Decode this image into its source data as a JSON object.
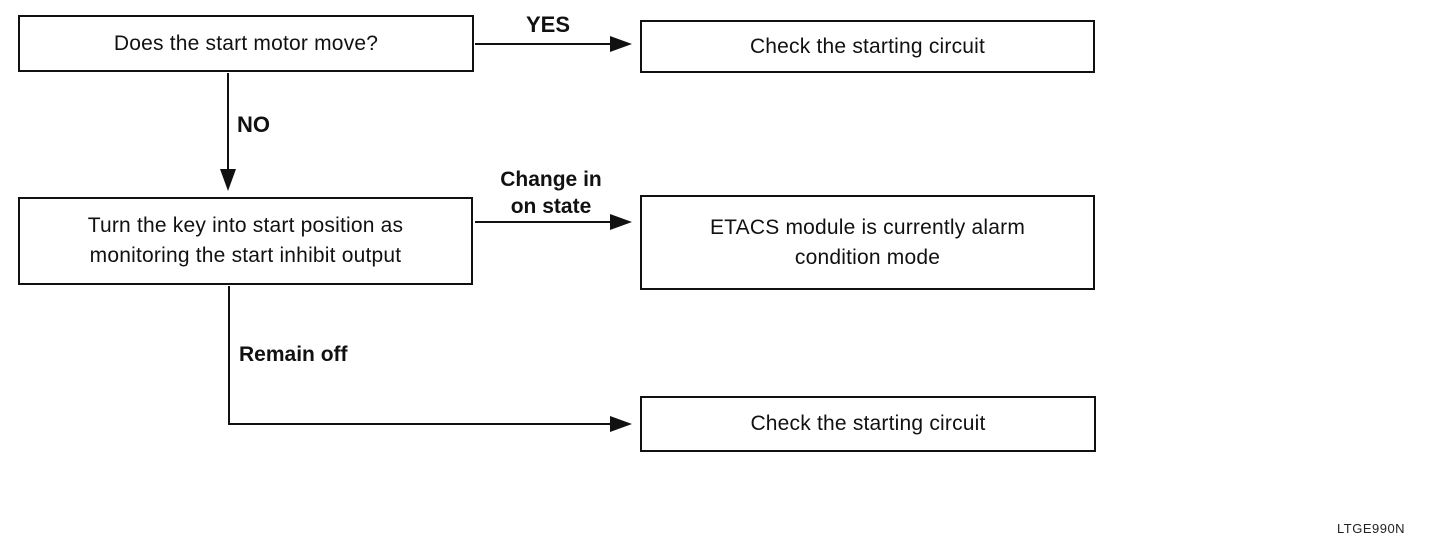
{
  "diagram": {
    "boxes": [
      {
        "lines": [
          "Does the start motor move?"
        ]
      },
      {
        "lines": [
          "Check the starting circuit"
        ]
      },
      {
        "lines": [
          "Turn the key into start position as",
          "monitoring the start inhibit output"
        ]
      },
      {
        "lines": [
          "ETACS module is currently alarm",
          "condition mode"
        ]
      },
      {
        "lines": [
          "Check the starting circuit"
        ]
      }
    ],
    "edge_labels": {
      "yes": "YES",
      "no": "NO",
      "change_line1": "Change in",
      "change_line2": "on state",
      "remain_off": "Remain off"
    },
    "figure_code": "LTGE990N",
    "colors": {
      "ink": "#111111",
      "background": "#ffffff"
    }
  }
}
